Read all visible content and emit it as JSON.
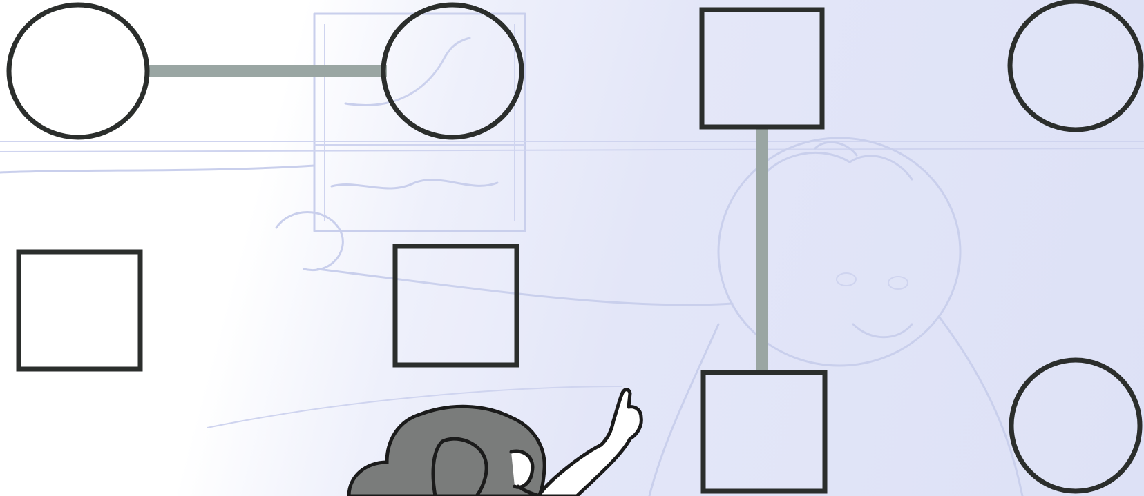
{
  "diagram": {
    "kind": "pattern-connection-activity",
    "rows": [
      {
        "row": "top",
        "shapes": [
          "circle",
          "circle",
          "square",
          "circle"
        ]
      },
      {
        "row": "middle",
        "shapes": [
          "square",
          "square"
        ]
      },
      {
        "row": "bottom",
        "shapes": [
          "square",
          "circle"
        ]
      }
    ],
    "connections": [
      {
        "from": "circle-1",
        "to": "circle-2",
        "orientation": "horizontal"
      },
      {
        "from": "square-top",
        "to": "square-bottom",
        "orientation": "vertical"
      }
    ],
    "colors": {
      "shape_outline": "#2b2e2c",
      "connector": "#9aa6a3",
      "background_tint": "#dde1f6",
      "hair": "#7a7c7b"
    },
    "illustrations": [
      "background-boy-sketch",
      "window-sketch",
      "girl-pointing"
    ]
  }
}
